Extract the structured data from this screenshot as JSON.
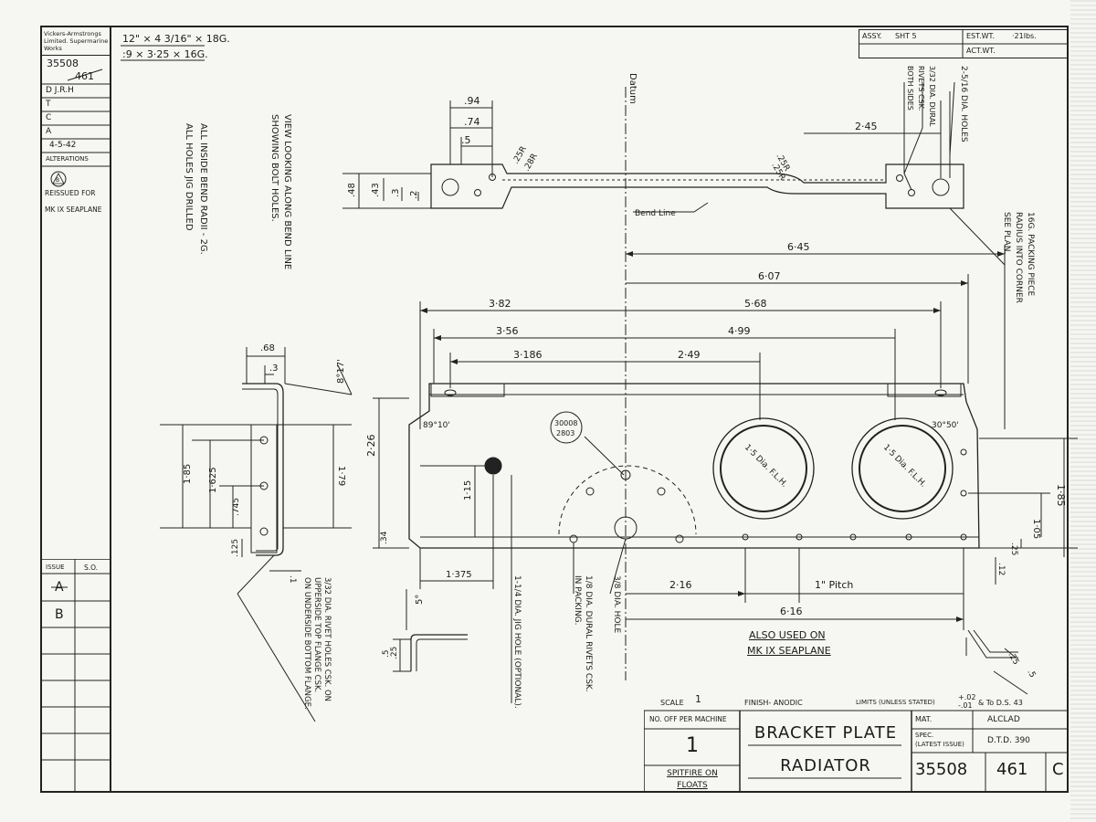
{
  "left_panel": {
    "company": "Vickers-Armstrongs Limited. Supermarine Works",
    "drawing_ref_top": "35508",
    "drawing_ref_bottom": "461",
    "rows": [
      "D J.R.H",
      "T",
      "C",
      "A",
      "4-5-42"
    ],
    "alterations_label": "Alterations",
    "alteration_mark": "B",
    "alteration_text_1": "Reissued For",
    "alteration_text_2": "Mk IX Seaplane",
    "issue_label": "Issue",
    "so_label": "S.O.",
    "issues": [
      "A",
      "B"
    ]
  },
  "stock": {
    "line1": "12\" × 4 3/16\" × 18G.",
    "line2": ":9 × 3·25 × 16G."
  },
  "header_box": {
    "assy_label": "ASSY.",
    "sheet": "SHT 5",
    "est_wt_label": "EST.WT.",
    "est_wt_value": "·21lbs.",
    "act_wt_label": "ACT.WT."
  },
  "notes": {
    "bend_radii_1": "All Inside Bend Radii - 2G.",
    "bend_radii_2": "All Holes Jig Drilled",
    "view_note_1": "View Looking Along Bend Line",
    "view_note_2": "Showing Bolt Holes.",
    "datum": "Datum",
    "bend_line": "Bend Line",
    "packing_note_1": "16G. Packing Piece",
    "packing_note_2": "Radius Into Corner",
    "packing_note_3": "See Plan.",
    "rivet_note_1": "3/32 Dia. Dural",
    "rivet_note_2": "Rivets Csk.",
    "rivet_note_3": "Both Sides",
    "holes_note": "2-5/16 Dia. Holes",
    "rivet_holes_1": "3/32 Dia. Rivet Holes Csk. On",
    "rivet_holes_2": "Upperside Top Flange Csk.",
    "rivet_holes_3": "On Underside Bottom Flange.",
    "jig_hole": "1-1/4 Dia. Jig Hole (Optional).",
    "dural_rivets_1": "1/8 Dia. Dural Rivets Csk.",
    "dural_rivets_2": "In Packing.",
    "hole_note": "3/8 Dia. Hole",
    "also_used_1": "Also Used On",
    "also_used_2": "Mk IX Seaplane",
    "ref_circle_1": "30008",
    "ref_circle_2": "2803",
    "fl_h_1": "1·5 Dia.  F.L.H.",
    "fl_h_2": "1·5 Dia.  F.L.H."
  },
  "dimensions": {
    "top_view": [
      ".94",
      ".74",
      ".5",
      ".48",
      ".43",
      ".3",
      ".2",
      ".25R",
      ".25R",
      ".25R",
      ".28R",
      "2·45"
    ],
    "main_view": [
      "6·45",
      "6·07",
      "5·68",
      "4·99",
      "2·49",
      "3·82",
      "3·56",
      "3·186",
      "2·26",
      "1·15",
      ".34",
      "1·85",
      "1·05",
      ".25",
      "1·375",
      "2·16",
      "1\" Pitch",
      "6·16",
      ".12"
    ],
    "angles": [
      "89°10'",
      "30°50'",
      "8°17'",
      "5°"
    ],
    "side_view": [
      ".68",
      ".3",
      "1·85",
      "1·625",
      ".745",
      ".125",
      "1·79",
      ".1"
    ],
    "detail_views": [
      ".5",
      ".25",
      ".25",
      ".5"
    ]
  },
  "title_block": {
    "scale_label": "Scale",
    "scale_value": "1",
    "finish_label": "Finish- Anodic",
    "limits_label": "Limits (Unless Stated)",
    "limits_plus": "+.02",
    "limits_minus": "-.01",
    "limits_suffix": "& To D.S. 43",
    "no_off_label": "No. Off Per Machine",
    "no_off_value": "1",
    "machine": "Spitfire On Floats",
    "title_line1": "Bracket Plate",
    "title_line2": "Radiator",
    "mat_label": "Mat.",
    "mat_value": "Alclad",
    "spec_label_1": "Spec.",
    "spec_label_2": "(Latest Issue)",
    "spec_value": "D.T.D. 390",
    "drawing_no": "35508",
    "part_no": "461",
    "issue_letter": "C"
  }
}
